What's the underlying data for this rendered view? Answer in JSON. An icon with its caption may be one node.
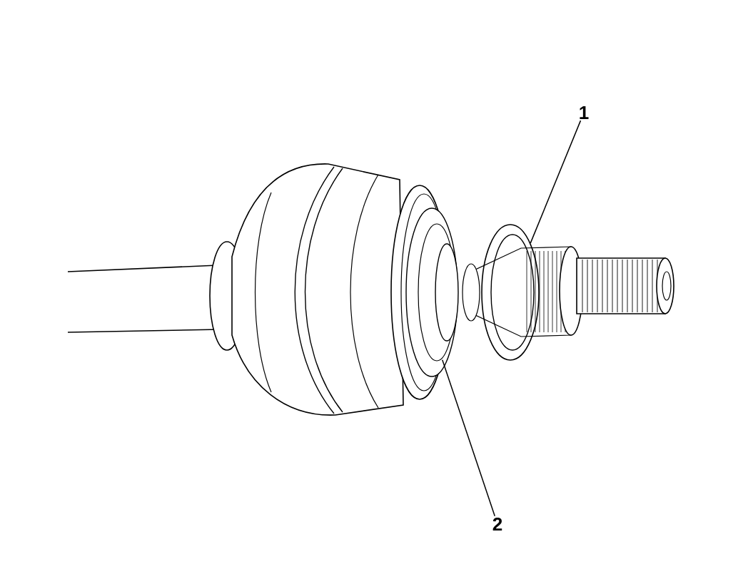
{
  "diagram": {
    "nodes": [
      {
        "text": [
          "1"
        ]
      },
      {
        "text": [],
        "shape": "picture"
      },
      {
        "text": [],
        "shape": "picture"
      },
      {
        "text": [
          "2"
        ]
      }
    ],
    "edges": [
      {
        "from": 0,
        "to": 2,
        "arrow": "none"
      },
      {
        "from": 3,
        "to": 1,
        "arrow": "none"
      }
    ]
  }
}
